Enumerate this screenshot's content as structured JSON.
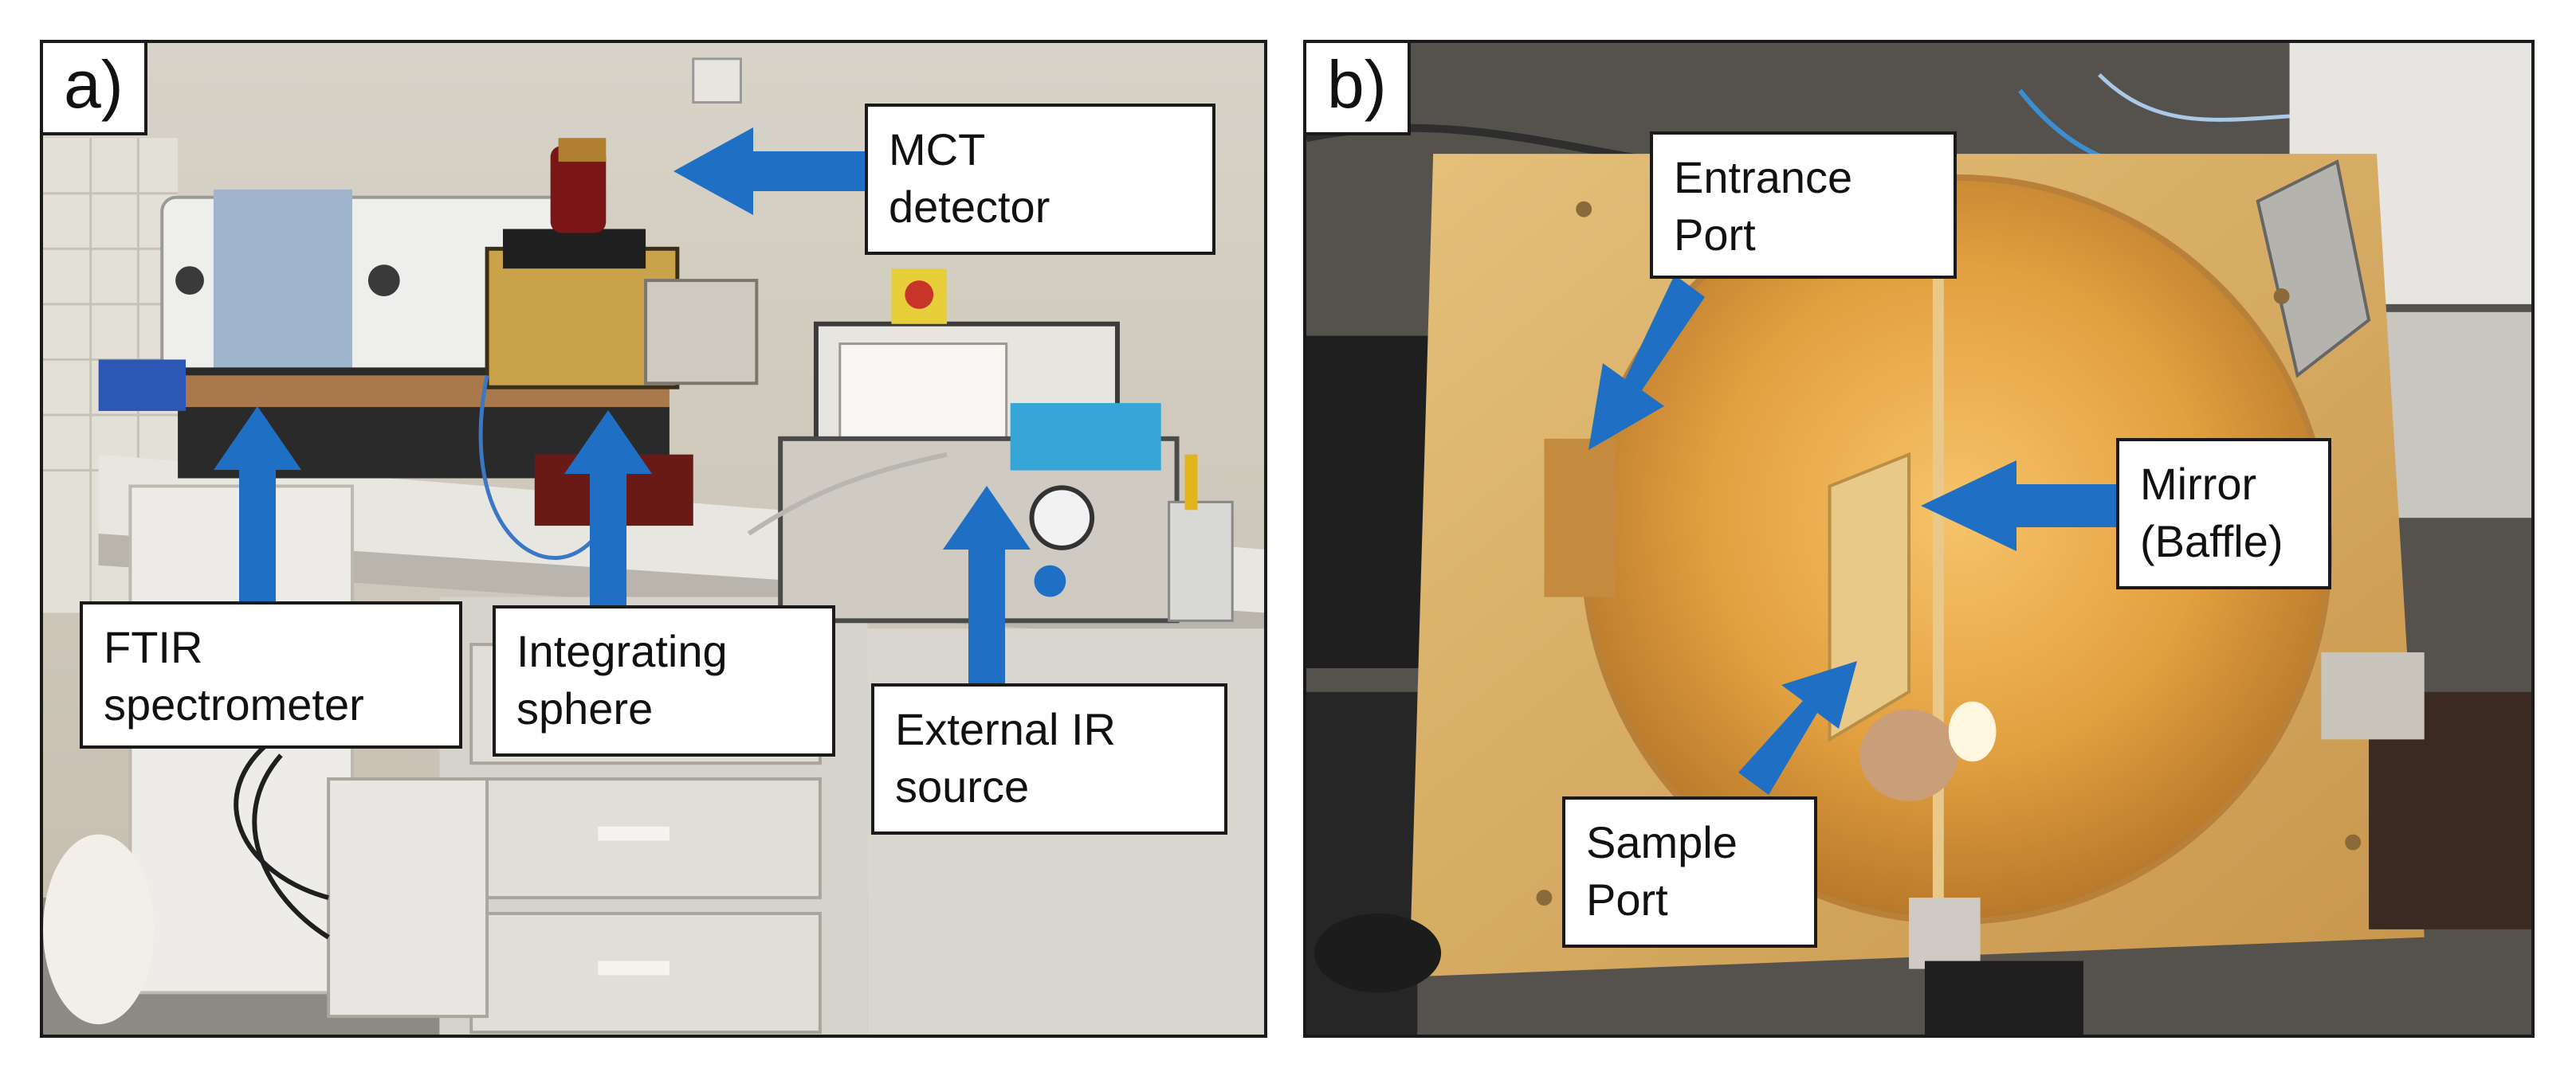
{
  "figure": {
    "panel_a": {
      "label": "a)",
      "callouts": {
        "mct_detector": [
          "MCT",
          "detector"
        ],
        "ftir_spectrometer": [
          "FTIR",
          "spectrometer"
        ],
        "integrating_sphere": [
          "Integrating",
          "sphere"
        ],
        "external_ir_source": [
          "External  IR",
          "source"
        ]
      }
    },
    "panel_b": {
      "label": "b)",
      "callouts": {
        "entrance_port": [
          "Entrance",
          "Port"
        ],
        "mirror_baffle": [
          "Mirror",
          "(Baffle)"
        ],
        "sample_port": [
          "Sample",
          "Port"
        ]
      }
    },
    "colors": {
      "arrow": "#1f6fc4",
      "frame": "#1a1a1a",
      "callout_background": "#ffffff",
      "gold_plate": "#d9a84e"
    }
  }
}
